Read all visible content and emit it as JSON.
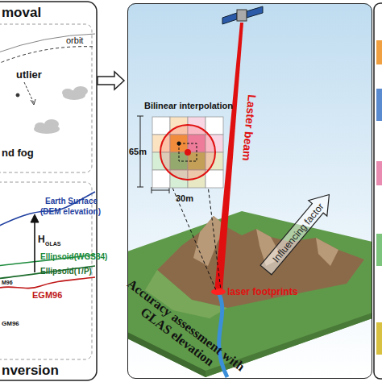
{
  "diagram": {
    "nodes": [
      {
        "text": [
          "moval"
        ]
      },
      {
        "text": [
          "nversion"
        ]
      },
      {
        "text": [
          "Accuracy assessment with GLAS elevation"
        ]
      },
      {
        "text": [
          "Bilinear interpolation"
        ],
        "in": 2
      }
    ],
    "edges": [
      {
        "from": 0,
        "to": 2,
        "arrow": "to"
      }
    ],
    "labels": [
      "orbit",
      "utlier",
      "nd fog",
      "Earth Surface",
      "(DEM elevation)",
      "H",
      "GLAS",
      "Ellipsoid(WGS84)",
      "Ellipsoid(T/P)",
      "M96",
      "EGM96",
      "GM96",
      "65m",
      "30m",
      "Laster beam",
      "Influencing factor",
      "laser footprints"
    ]
  }
}
